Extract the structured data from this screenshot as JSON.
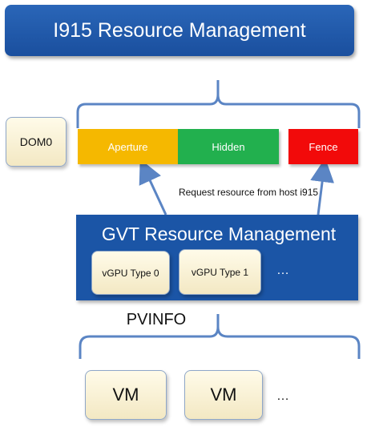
{
  "title": "I915 Resource Management",
  "dom0": "DOM0",
  "segments": {
    "aperture": "Aperture",
    "hidden": "Hidden",
    "fence": "Fence"
  },
  "request_label": "Request resource from host i915",
  "gvt": {
    "title": "GVT Resource Management",
    "vgpu_types": [
      "vGPU Type 0",
      "vGPU Type 1"
    ],
    "more": "…"
  },
  "pvinfo": "PVINFO",
  "vms": [
    "VM",
    "VM"
  ],
  "vm_more": "…",
  "colors": {
    "banner": "#1f5aab",
    "aperture": "#f5b800",
    "hidden": "#22b04e",
    "fence": "#f20a0a",
    "gvt_panel": "#1b55a6",
    "bracket": "#5b85c4",
    "box_fill": "#f6ecc9"
  }
}
